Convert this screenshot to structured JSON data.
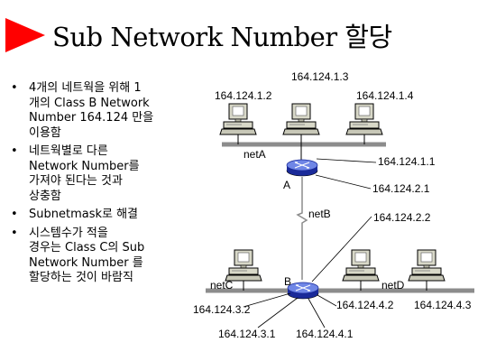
{
  "slide": {
    "title": "Sub Network Number 할당",
    "accent_color": "#ff0000",
    "bullets": [
      "4개의 네트웍을 위해 1\n개의 Class B Network\nNumber 164.124 만을\n이용함",
      "네트웍별로 다른\nNetwork Number를\n가져야 된다는 것과\n상충함",
      "Subnetmask로 해결",
      "시스템수가 적을\n경우는 Class C의 Sub\nNetwork Number 를\n할당하는 것이 바람직"
    ]
  },
  "diagram": {
    "hosts_top": [
      "164.124.1.2",
      "164.124.1.3",
      "164.124.1.4"
    ],
    "net_top": "netA",
    "router_a": {
      "name": "A",
      "if1": "164.124.1.1",
      "if2": "164.124.2.1"
    },
    "link_label": "netB",
    "router_b": {
      "name": "B",
      "if1": "164.124.2.2"
    },
    "net_left": "netC",
    "net_right": "netD",
    "hosts_bottom": [
      "164.124.3.2",
      "164.124.4.2",
      "164.124.4.3"
    ],
    "router_b_ifs": [
      "164.124.3.1",
      "164.124.4.1"
    ]
  }
}
